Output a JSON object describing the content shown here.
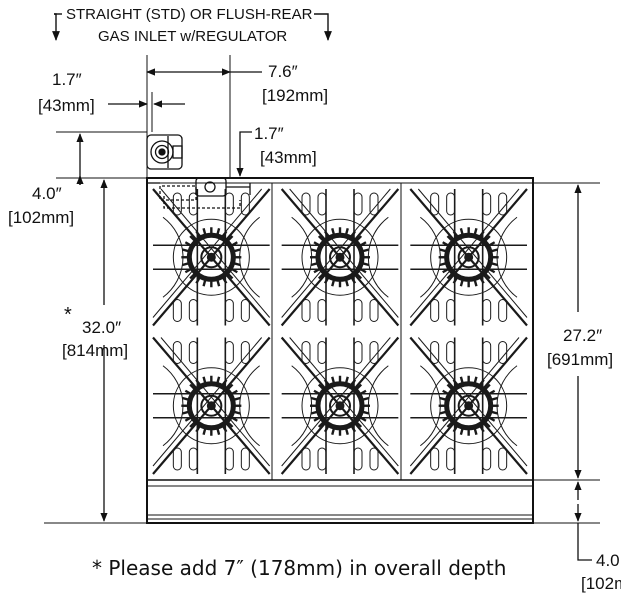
{
  "header": {
    "line1": "STRAIGHT (STD) OR FLUSH-REAR",
    "line2": "GAS INLET w/REGULATOR"
  },
  "dimensions": {
    "inlet_offset": {
      "inches": "1.7″",
      "mm": "[43mm]"
    },
    "inlet_width": {
      "inches": "7.6″",
      "mm": "[192mm]"
    },
    "inlet_side": {
      "inches": "1.7″",
      "mm": "[43mm]"
    },
    "inlet_height": {
      "inches": "4.0″",
      "mm": "[102mm]"
    },
    "overall_depth": {
      "mark": "*",
      "inches": "32.0″",
      "mm": "[814mm]"
    },
    "grate_depth": {
      "inches": "27.2″",
      "mm": "[691mm]"
    },
    "front_rail": {
      "inches": "4.0",
      "mm": "[102m"
    }
  },
  "footnote": "* Please add 7″ (178mm) in overall depth",
  "range": {
    "burner_columns": 3,
    "burner_rows": 2
  },
  "colors": {
    "line": "#111111",
    "drawing": "#1a1a1a"
  }
}
